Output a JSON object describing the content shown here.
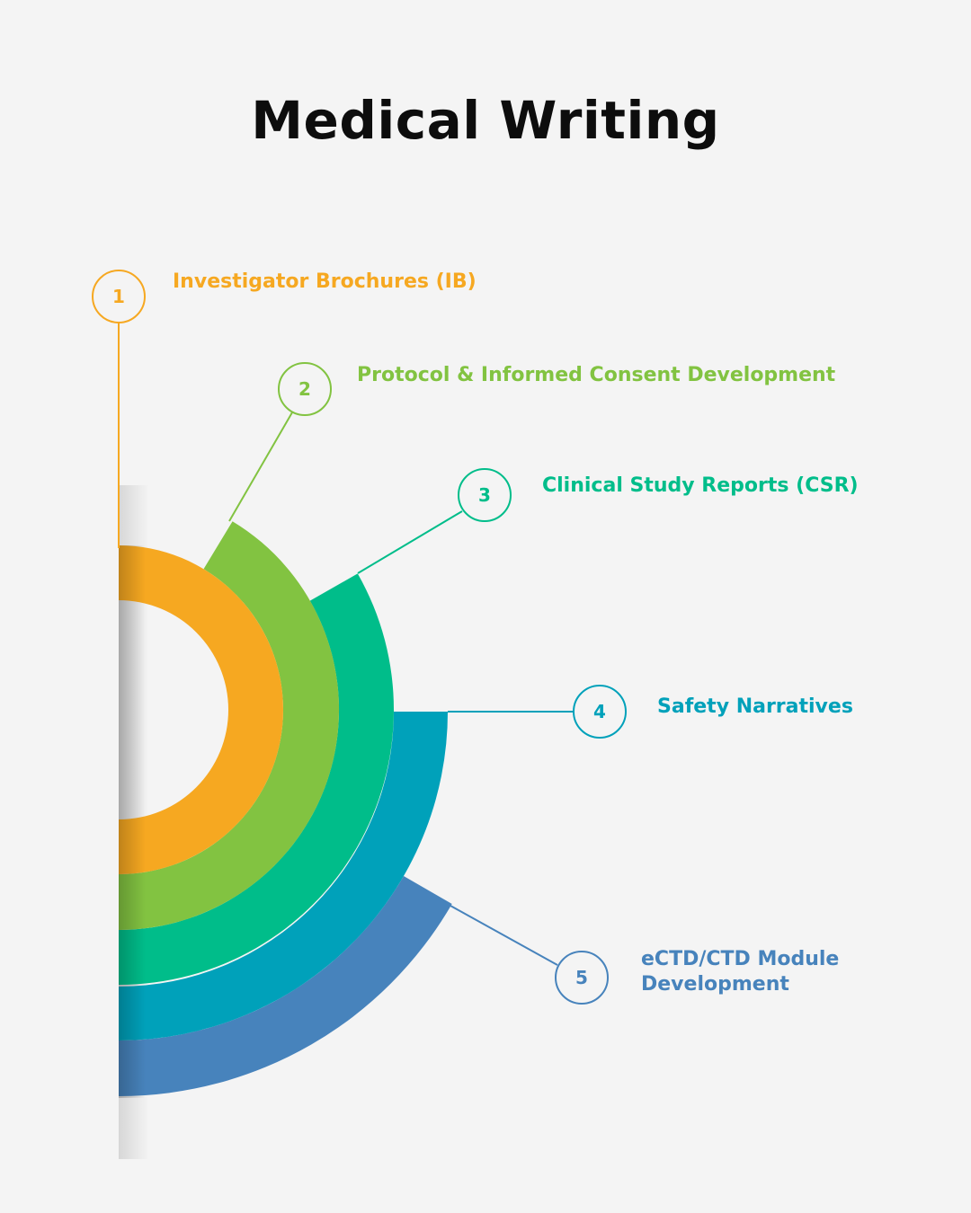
{
  "title": "Medical Writing",
  "steps": [
    {
      "number": "1",
      "label": "Investigator Brochures (IB)",
      "color": "#f6a821"
    },
    {
      "number": "2",
      "label": "Protocol & Informed Consent Development",
      "color": "#82c341"
    },
    {
      "number": "3",
      "label": "Clinical Study Reports (CSR)",
      "color": "#00bd8a"
    },
    {
      "number": "4",
      "label": "Safety Narratives",
      "color": "#00a1ba"
    },
    {
      "number": "5",
      "label": "eCTD/CTD Module Development",
      "color": "#4783bc"
    }
  ],
  "background": "#f4f4f4"
}
